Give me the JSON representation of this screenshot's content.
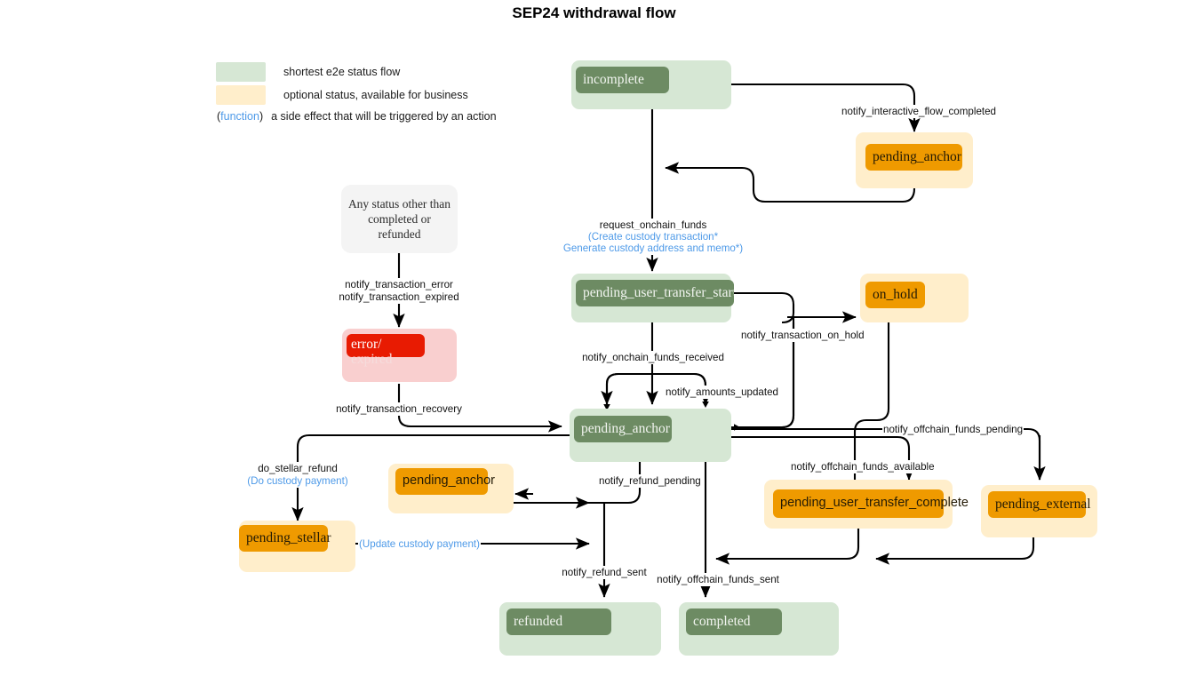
{
  "title": "SEP24 withdrawal flow",
  "colors": {
    "green_outer": "#d6e7d4",
    "green_badge": "#6d8b63",
    "cream_outer": "#ffeecb",
    "orange_badge": "#ef9a00",
    "pink_outer": "#f9cfcf",
    "red_badge": "#e81b02",
    "grey_note": "#f4f4f4",
    "function_link": "#4e9ae8",
    "edge": "#000000"
  },
  "legend": {
    "items": [
      {
        "swatch": "green_outer",
        "text": "shortest e2e status flow"
      },
      {
        "swatch": "cream_outer",
        "text": "optional status, available for business"
      }
    ],
    "function_row": {
      "open_paren": "(",
      "function_word": "function",
      "close_paren": ")",
      "text": "a side effect that will be triggered by an action"
    }
  },
  "nodes": {
    "incomplete": {
      "label": "incomplete",
      "kind": "green"
    },
    "pending_anchor_top": {
      "label": "pending_anchor",
      "kind": "cream"
    },
    "any_status_note": {
      "label": "Any status other than completed or refunded",
      "kind": "note"
    },
    "error_expired": {
      "label_line1": "error/",
      "label_line2": "expired",
      "kind": "pink"
    },
    "pending_user_transfer_start": {
      "label": "pending_user_transfer_start",
      "kind": "green"
    },
    "on_hold": {
      "label": "on_hold",
      "kind": "cream"
    },
    "pending_anchor_center": {
      "label": "pending_anchor",
      "kind": "green"
    },
    "pending_anchor_refund": {
      "label": "pending_anchor",
      "kind": "cream"
    },
    "pending_stellar": {
      "label": "pending_stellar",
      "kind": "cream"
    },
    "pending_user_transfer_complete": {
      "label": "pending_user_transfer_complete",
      "kind": "cream"
    },
    "pending_external": {
      "label": "pending_external",
      "kind": "cream"
    },
    "refunded": {
      "label": "refunded",
      "kind": "green"
    },
    "completed": {
      "label": "completed",
      "kind": "green"
    }
  },
  "edge_labels": {
    "notify_interactive_flow_completed": "notify_interactive_flow_completed",
    "request_onchain_funds": "request_onchain_funds",
    "request_onchain_funds_fn1": "(Create custody transaction*",
    "request_onchain_funds_fn2": "Generate custody address and memo*)",
    "notify_transaction_error": "notify_transaction_error",
    "notify_transaction_expired": "notify_transaction_expired",
    "notify_transaction_recovery": "notify_transaction_recovery",
    "notify_onchain_funds_received": "notify_onchain_funds_received",
    "notify_amounts_updated": "notify_amounts_updated",
    "notify_transaction_on_hold": "notify_transaction_on_hold",
    "notify_offchain_funds_pending": "notify_offchain_funds_pending",
    "notify_offchain_funds_available": "notify_offchain_funds_available",
    "notify_refund_pending": "notify_refund_pending",
    "do_stellar_refund": "do_stellar_refund",
    "do_stellar_refund_fn": "(Do custody payment)",
    "update_custody_payment_fn": "(Update custody payment)",
    "notify_refund_sent": "notify_refund_sent",
    "notify_offchain_funds_sent": "notify_offchain_funds_sent"
  }
}
